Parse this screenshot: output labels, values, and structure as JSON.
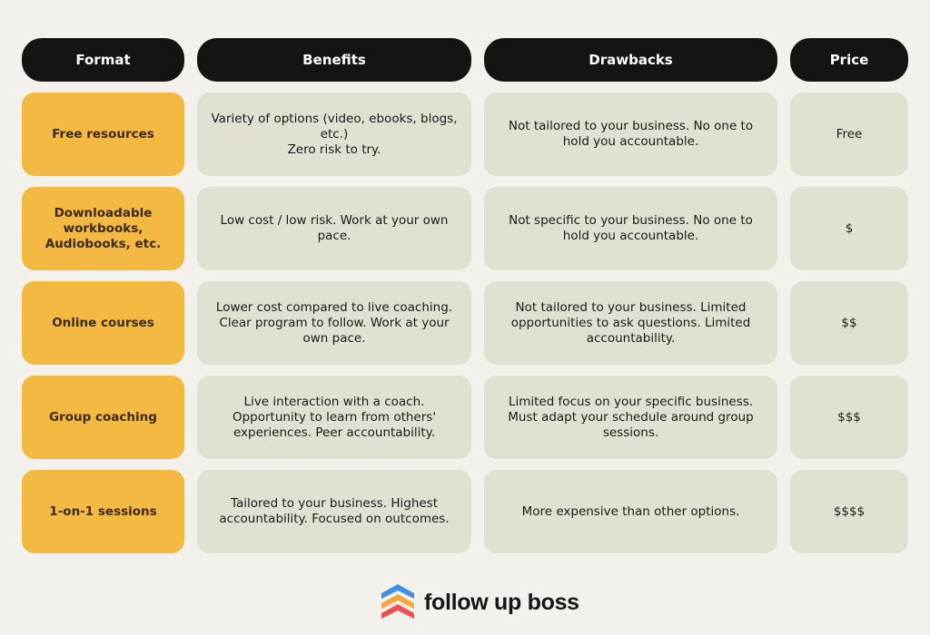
{
  "headers": {
    "format": "Format",
    "benefits": "Benefits",
    "drawbacks": "Drawbacks",
    "price": "Price"
  },
  "rows": [
    {
      "format": "Free resources",
      "benefits": "Variety of options (video, ebooks, blogs, etc.)\nZero risk to try.",
      "drawbacks": "Not tailored to your business. No one to hold you accountable.",
      "price": "Free"
    },
    {
      "format": "Downloadable workbooks, Audiobooks, etc.",
      "benefits": "Low cost / low risk. Work at your own pace.",
      "drawbacks": "Not specific to your business. No one to hold you accountable.",
      "price": "$"
    },
    {
      "format": "Online courses",
      "benefits": "Lower cost compared to live coaching. Clear program to follow. Work at your own pace.",
      "drawbacks": "Not tailored to your business. Limited opportunities to ask questions. Limited accountability.",
      "price": "$$"
    },
    {
      "format": "Group coaching",
      "benefits": "Live interaction with a coach. Opportunity to learn from others' experiences. Peer accountability.",
      "drawbacks": "Limited focus on your specific business. Must adapt your schedule around group sessions.",
      "price": "$$$"
    },
    {
      "format": "1-on-1 sessions",
      "benefits": "Tailored to your business. Highest accountability. Focused on outcomes.",
      "drawbacks": "More expensive than other options.",
      "price": "$$$$"
    }
  ],
  "brand": {
    "name": "follow up boss",
    "colors": {
      "blue": "#3f8fe8",
      "orange": "#f3a83c",
      "red": "#ef4f4f"
    },
    "icon": "stacked-chevrons-logo-icon"
  }
}
